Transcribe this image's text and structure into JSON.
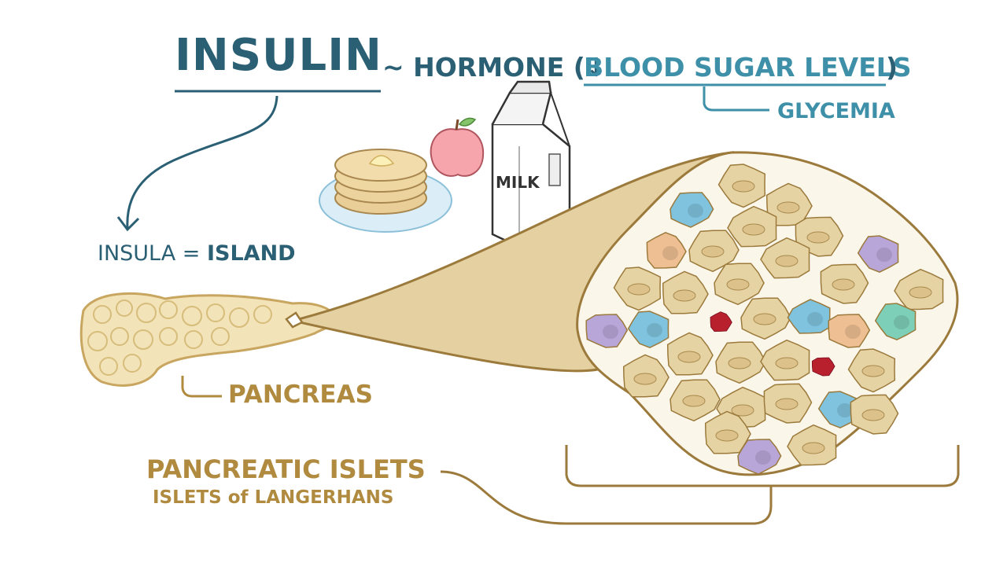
{
  "title": "INSULIN",
  "subtitle": {
    "prefix": "~ HORMONE (↓",
    "main": "BLOOD SUGAR LEVELS",
    "suffix": ")"
  },
  "glycemia": "GLYCEMIA",
  "insula": {
    "left": "INSULA = ",
    "right": "ISLAND"
  },
  "pancreas": "PANCREAS",
  "islets": {
    "main": "PANCREATIC ISLETS",
    "alt": "ISLETS of LANGERHANS"
  },
  "milk_label": "MILK",
  "colors": {
    "title_blue": "#2a5f74",
    "light_blue": "#3e8fa8",
    "gold": "#b08a3e",
    "cell_beige": "#e6d3a4",
    "cell_blue": "#7fc3de",
    "cell_purple": "#b9a6d9",
    "cell_orange": "#eebf93",
    "cell_red": "#b8202e",
    "cell_green": "#7ecfb7"
  }
}
